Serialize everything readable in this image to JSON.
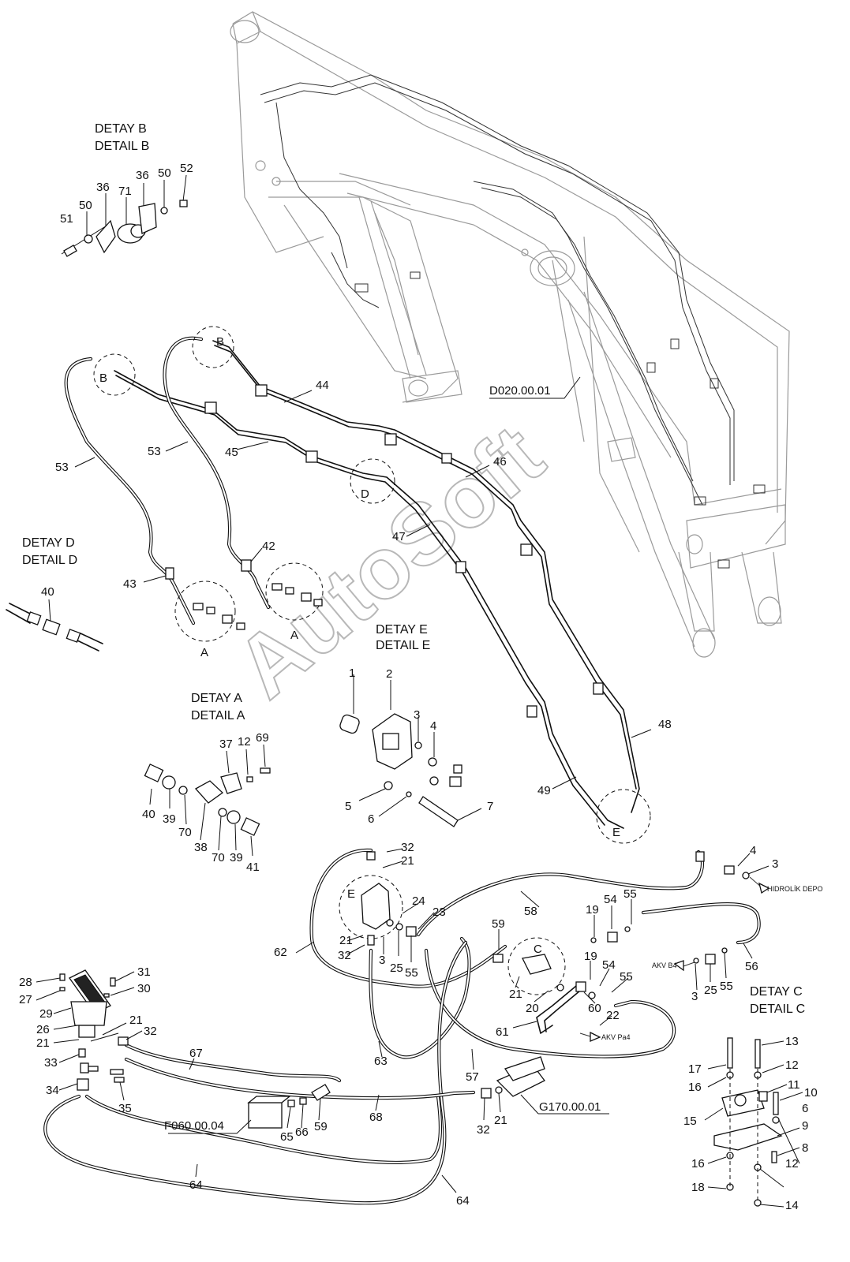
{
  "watermark": "AutoSoft",
  "detail_titles": {
    "b": [
      "DETAY B",
      "DETAIL B"
    ],
    "d": [
      "DETAY D",
      "DETAIL D"
    ],
    "a": [
      "DETAY A",
      "DETAIL A"
    ],
    "e": [
      "DETAY E",
      "DETAIL E"
    ],
    "c": [
      "DETAY C",
      "DETAIL C"
    ]
  },
  "reference_codes": [
    "D020.00.01",
    "F060.00.04",
    "G170.00.01"
  ],
  "port_labels": [
    "HIDROLİK DEPO",
    "AKV B4",
    "AKV Pa4"
  ],
  "detail_markers": [
    "A",
    "A",
    "B",
    "B",
    "D",
    "E",
    "E",
    "C"
  ],
  "part_numbers": [
    "52",
    "50",
    "36",
    "36",
    "71",
    "50",
    "51",
    "44",
    "45",
    "46",
    "47",
    "48",
    "49",
    "53",
    "53",
    "42",
    "43",
    "40",
    "2",
    "1",
    "3",
    "4",
    "5",
    "6",
    "7",
    "37",
    "12",
    "69",
    "40",
    "39",
    "70",
    "38",
    "70",
    "39",
    "41",
    "32",
    "21",
    "24",
    "23",
    "58",
    "4",
    "3",
    "19",
    "54",
    "55",
    "62",
    "21",
    "32",
    "3",
    "25",
    "55",
    "59",
    "19",
    "54",
    "55",
    "21",
    "20",
    "60",
    "22",
    "61",
    "63",
    "57",
    "25",
    "55",
    "56",
    "3",
    "28",
    "27",
    "29",
    "26",
    "21",
    "31",
    "30",
    "21",
    "32",
    "33",
    "34",
    "35",
    "67",
    "68",
    "64",
    "64",
    "65",
    "66",
    "59",
    "32",
    "21",
    "13",
    "12",
    "11",
    "10",
    "17",
    "16",
    "15",
    "9",
    "8",
    "6",
    "16",
    "12",
    "18",
    "14"
  ]
}
